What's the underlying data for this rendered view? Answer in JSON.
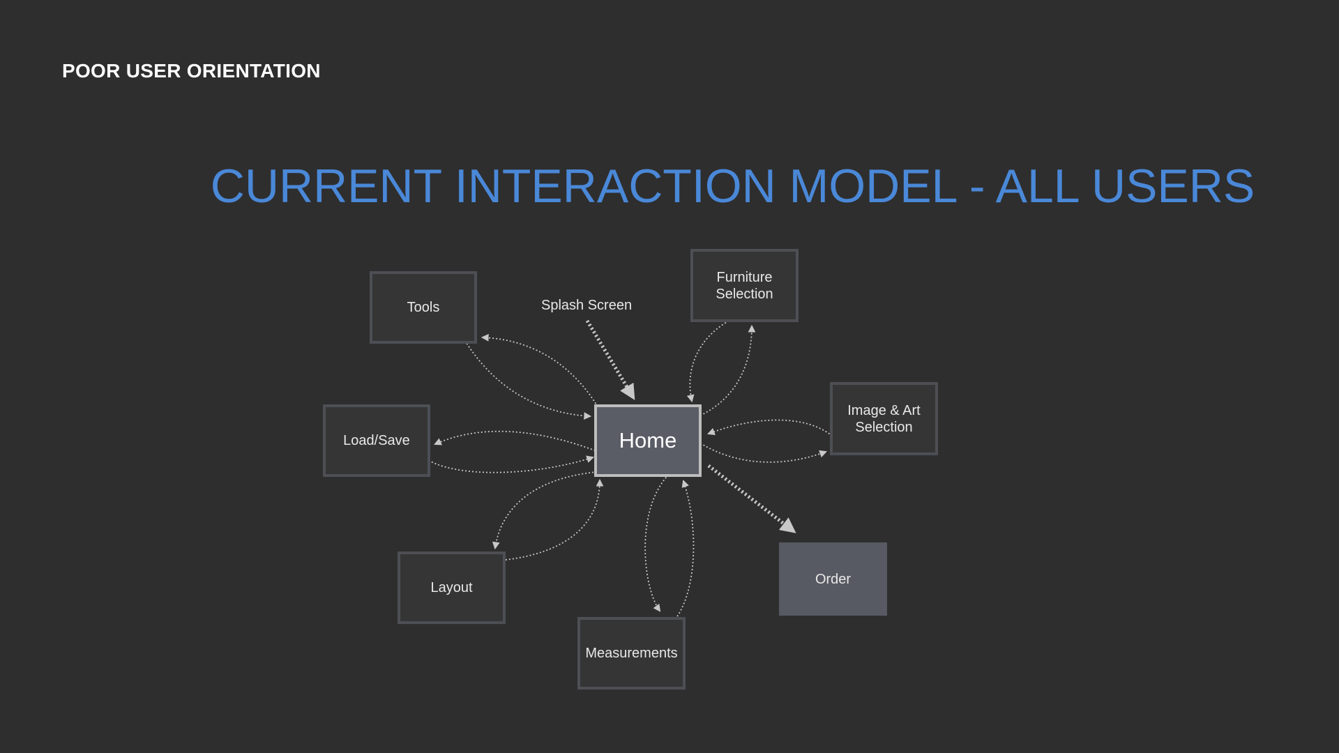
{
  "slide": {
    "label": "POOR USER ORIENTATION",
    "title": "CURRENT INTERACTION MODEL - ALL USERS"
  },
  "diagram": {
    "home": "Home",
    "splash": "Splash Screen",
    "nodes": {
      "tools": "Tools",
      "furniture_line1": "Furniture",
      "furniture_line2": "Selection",
      "image_line1": "Image & Art",
      "image_line2": "Selection",
      "load_save": "Load/Save",
      "layout": "Layout",
      "measurements": "Measurements",
      "order": "Order"
    }
  }
}
